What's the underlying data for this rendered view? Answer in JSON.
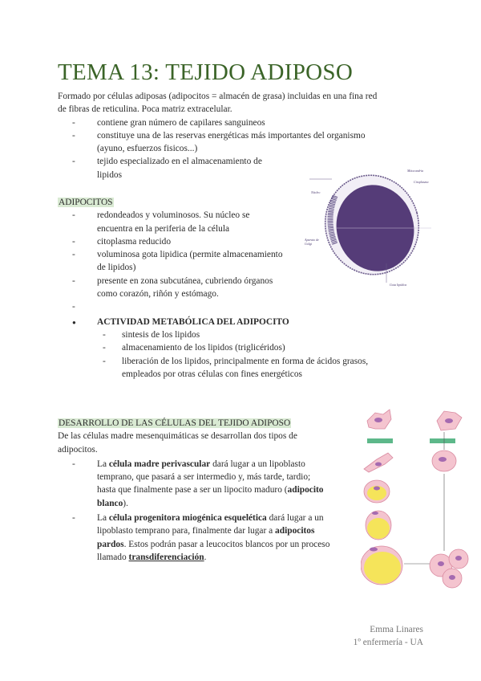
{
  "title": "TEMA 13: TEJIDO ADIPOSO",
  "intro": {
    "lines": [
      "Formado por células adiposas (adipocitos = almacén de grasa) incluidas en una fina red",
      "de fibras de reticulina. Poca matriz extracelular."
    ],
    "bullets": [
      [
        "contiene gran número de capilares sanguineos"
      ],
      [
        "constituye una de las reservas energéticas más importantes del organismo",
        "(ayuno, esfuerzos fisicos...)"
      ],
      [
        "tejido especializado en el almacenamiento de",
        "lipidos"
      ]
    ]
  },
  "adipocitos": {
    "heading": "ADIPOCITOS",
    "bullets": [
      [
        "redondeados y voluminosos. Su núcleo se",
        "encuentra en la periferia de la célula"
      ],
      [
        "citoplasma reducido"
      ],
      [
        "voluminosa gota lipidica (permite almacenamiento",
        "de lipidos)"
      ],
      [
        "presente en zona subcutánea, cubriendo órganos",
        "como corazón, riñón y estómago."
      ],
      [
        ""
      ]
    ],
    "activity": {
      "heading": "ACTIVIDAD METABÓLICA DEL ADIPOCITO",
      "items": [
        [
          "sintesis de los lipidos"
        ],
        [
          "almacenamiento de los lipidos (triglicéridos)"
        ],
        [
          "liberación de los lipidos, principalmente en forma de ácidos grasos,",
          "empleados por otras células con fines energéticos"
        ]
      ]
    }
  },
  "cell_figure": {
    "labels": {
      "nucleus": "Núcleo",
      "mitochondria": "Mitocondria",
      "cytoplasm": "Citoplasma",
      "golgi": "Aparato de Golgi",
      "lipid": "Gota lipídica"
    },
    "colors": {
      "lipid": "#553c78",
      "cytoplasm": "#f2eff6",
      "outline": "#6a5a8a"
    }
  },
  "desarrollo": {
    "heading": "DESARROLLO DE LAS CÉLULAS DEL TEJIDO ADIPOSO",
    "lines": [
      "De las células madre mesenquimáticas se desarrollan dos tipos de",
      "adipocitos."
    ],
    "b1": {
      "l1a": "La ",
      "l1b": "célula madre perivascular",
      "l1c": " dará lugar a un lipoblasto",
      "l2": "temprano, que pasará a ser intermedio y, más tarde, tardio;",
      "l3a": "hasta que finalmente pase a ser un lipocito maduro (",
      "l3b": "adipocito",
      "l4a": "blanco",
      "l4b": ")."
    },
    "b2": {
      "l1a": "La ",
      "l1b": "célula progenitora miogénica esquelética",
      "l1c": " dará lugar a un",
      "l2a": "lipoblasto temprano para, finalmente dar lugar a ",
      "l2b": "adipocitos",
      "l3a": "pardos",
      "l3b": ". Estos podrán pasar a leucocitos blancos por un proceso",
      "l4a": "llamado ",
      "l4b": "transdiferenciación",
      "l4c": "."
    }
  },
  "dash": "-",
  "bullet": "●",
  "footer": {
    "name": "Emma Linares",
    "course": "1º enfermería - UA"
  },
  "colors": {
    "title": "#3b6428",
    "highlight": "#d9ead3"
  }
}
